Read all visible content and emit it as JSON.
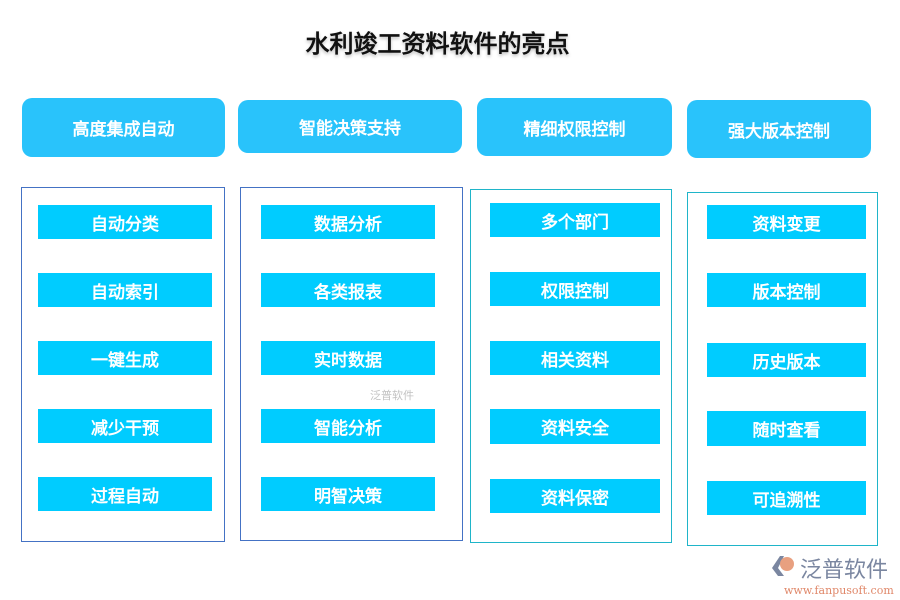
{
  "title": "水利竣工资料软件的亮点",
  "columns": [
    {
      "header": "高度集成自动",
      "items": [
        "自动分类",
        "自动索引",
        "一键生成",
        "减少干预",
        "过程自动"
      ]
    },
    {
      "header": "智能决策支持",
      "items": [
        "数据分析",
        "各类报表",
        "实时数据",
        "智能分析",
        "明智决策"
      ]
    },
    {
      "header": "精细权限控制",
      "items": [
        "多个部门",
        "权限控制",
        "相关资料",
        "资料安全",
        "资料保密"
      ]
    },
    {
      "header": "强大版本控制",
      "items": [
        "资料变更",
        "版本控制",
        "历史版本",
        "随时查看",
        "可追溯性"
      ]
    }
  ],
  "watermark": "泛普软件",
  "logo": {
    "name": "泛普软件",
    "url": "www.fanpusoft.com"
  },
  "colors": {
    "header": "#29C3FB",
    "item": "#00CCFF",
    "border_blue": "#4472C4",
    "border_teal": "#1FB5C9"
  }
}
